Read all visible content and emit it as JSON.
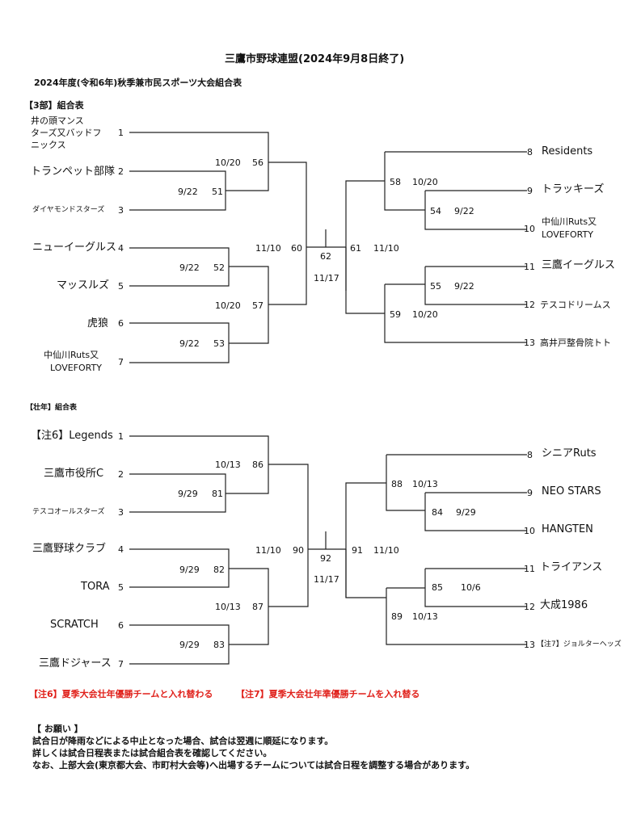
{
  "header": {
    "title": "三鷹市野球連盟(2024年9月8日終了)",
    "subtitle": "2024年度(令和6年)秋季兼市民スポーツ大会組合表"
  },
  "bracket3": {
    "section_label": "【3部】組合表",
    "left_teams": [
      {
        "num": "1",
        "name_lines": [
          "井の頭マンス",
          "ターズ又バッドフ",
          "ニックス"
        ]
      },
      {
        "num": "2",
        "name": "トランペット部隊"
      },
      {
        "num": "3",
        "name": "ダイヤモンドスターズ"
      },
      {
        "num": "4",
        "name": "ニューイーグルス"
      },
      {
        "num": "5",
        "name": "マッスルズ"
      },
      {
        "num": "6",
        "name": "虎狼"
      },
      {
        "num": "7",
        "name_lines": [
          "中仙川Ruts又",
          "LOVEFORTY"
        ]
      }
    ],
    "right_teams": [
      {
        "num": "8",
        "name": "Residents"
      },
      {
        "num": "9",
        "name": "トラッキーズ"
      },
      {
        "num": "10",
        "name_lines": [
          "中仙川Ruts又",
          "LOVEFORTY"
        ]
      },
      {
        "num": "11",
        "name": "三鷹イーグルス"
      },
      {
        "num": "12",
        "name": "テスコドリームス"
      },
      {
        "num": "13",
        "name": "高井戸整骨院トト"
      }
    ],
    "games": {
      "g51": {
        "no": "51",
        "date": "9/22"
      },
      "g52": {
        "no": "52",
        "date": "9/22"
      },
      "g53": {
        "no": "53",
        "date": "9/22"
      },
      "g56": {
        "no": "56",
        "date": "10/20"
      },
      "g57": {
        "no": "57",
        "date": "10/20"
      },
      "g60": {
        "no": "60",
        "date": "11/10"
      },
      "g54": {
        "no": "54",
        "date": "9/22"
      },
      "g55": {
        "no": "55",
        "date": "9/22"
      },
      "g58": {
        "no": "58",
        "date": "10/20"
      },
      "g59": {
        "no": "59",
        "date": "10/20"
      },
      "g61": {
        "no": "61",
        "date": "11/10"
      },
      "final": {
        "no": "62",
        "date": "11/17"
      }
    }
  },
  "bracketS": {
    "section_label": "【壮年】組合表",
    "left_teams": [
      {
        "num": "1",
        "name": "【注6】Legends"
      },
      {
        "num": "2",
        "name": "三鷹市役所C"
      },
      {
        "num": "3",
        "name": "テスコオールスターズ"
      },
      {
        "num": "4",
        "name": "三鷹野球クラブ"
      },
      {
        "num": "5",
        "name": "TORA"
      },
      {
        "num": "6",
        "name": "SCRATCH"
      },
      {
        "num": "7",
        "name": "三鷹ドジャース"
      }
    ],
    "right_teams": [
      {
        "num": "8",
        "name": "シニアRuts"
      },
      {
        "num": "9",
        "name": "NEO STARS"
      },
      {
        "num": "10",
        "name": "HANGTEN"
      },
      {
        "num": "11",
        "name": "トライアンス"
      },
      {
        "num": "12",
        "name": "大成1986"
      },
      {
        "num": "13",
        "name": "【注7】ジョルターヘッズ"
      }
    ],
    "games": {
      "g81": {
        "no": "81",
        "date": "9/29"
      },
      "g82": {
        "no": "82",
        "date": "9/29"
      },
      "g83": {
        "no": "83",
        "date": "9/29"
      },
      "g86": {
        "no": "86",
        "date": "10/13"
      },
      "g87": {
        "no": "87",
        "date": "10/13"
      },
      "g90": {
        "no": "90",
        "date": "11/10"
      },
      "g84": {
        "no": "84",
        "date": "9/29"
      },
      "g85": {
        "no": "85",
        "date": "10/6"
      },
      "g88": {
        "no": "88",
        "date": "10/13"
      },
      "g89": {
        "no": "89",
        "date": "10/13"
      },
      "g91": {
        "no": "91",
        "date": "11/10"
      },
      "final": {
        "no": "92",
        "date": "11/17"
      }
    }
  },
  "notes": {
    "note6": "【注6】夏季大会壮年優勝チームと入れ替わる",
    "note7": "【注7】夏季大会壮年準優勝チームを入れ替る"
  },
  "request": {
    "heading": "【 お願い 】",
    "lines": [
      "試合日が降雨などによる中止となった場合、試合は翌週に順延になります。",
      "詳しくは試合日程表または試合組合表を確認してください。",
      "なお、上部大会(東京都大会、市町村大会等)へ出場するチームについては試合日程を調整する場合があります。"
    ]
  },
  "colors": {
    "note_red": "#e0201a",
    "line": "#222222"
  }
}
